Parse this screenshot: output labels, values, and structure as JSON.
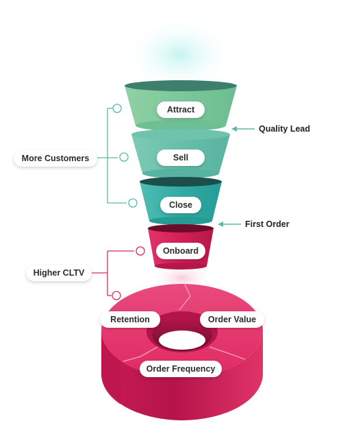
{
  "stages": {
    "attract": "Attract",
    "sell": "Sell",
    "close": "Close",
    "onboard": "Onboard"
  },
  "markers": {
    "quality_lead": "Quality Lead",
    "first_order": "First Order"
  },
  "groups": {
    "more_customers": "More Customers",
    "higher_cltv": "Higher CLTV"
  },
  "ring": {
    "retention": "Retention",
    "order_value": "Order Value",
    "order_frequency": "Order Frequency"
  },
  "colors": {
    "funnel_green_light": "#7fc99c",
    "funnel_teal": "#5fb9a6",
    "funnel_teal_dark": "#2ea8a0",
    "brand_pink": "#d61f5a",
    "brand_magenta": "#b0154c",
    "connector_teal": "#5bb7a7",
    "connector_pink": "#d72a5c"
  }
}
